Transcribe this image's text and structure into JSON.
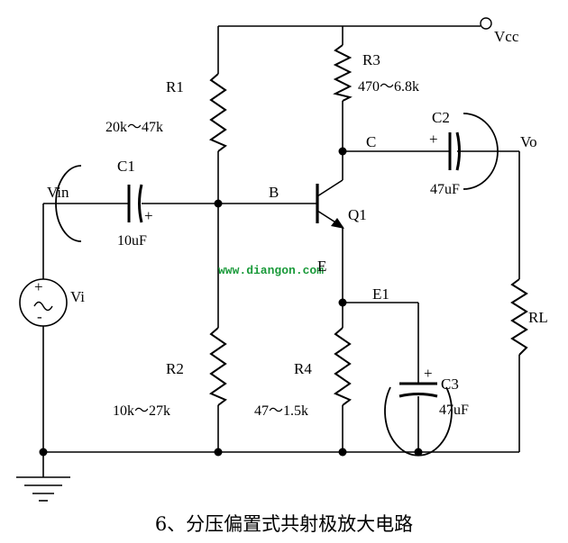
{
  "title": "6、分压偏置式共射极放大电路",
  "watermark": "www.diangon.com",
  "supply": {
    "label": "Vcc"
  },
  "components": {
    "R1": {
      "name": "R1",
      "value": "20k～47k"
    },
    "R2": {
      "name": "R2",
      "value": "10k～27k"
    },
    "R3": {
      "name": "R3",
      "value": "470～6.8k"
    },
    "R4": {
      "name": "R4",
      "value": "47～1.5k"
    },
    "RL": {
      "name": "RL"
    },
    "C1": {
      "name": "C1",
      "value": "10uF"
    },
    "C2": {
      "name": "C2",
      "value": "47uF"
    },
    "C3": {
      "name": "C3",
      "value": "47uF"
    },
    "Q1": {
      "name": "Q1"
    },
    "Vi": {
      "name": "Vi"
    }
  },
  "nodes": {
    "base": "B",
    "collector": "C",
    "emitter": "E",
    "emitter_cap": "E1"
  },
  "signals": {
    "input": "Vin",
    "output": "Vo"
  },
  "polarity": {
    "plus": "+",
    "minus": "-"
  }
}
